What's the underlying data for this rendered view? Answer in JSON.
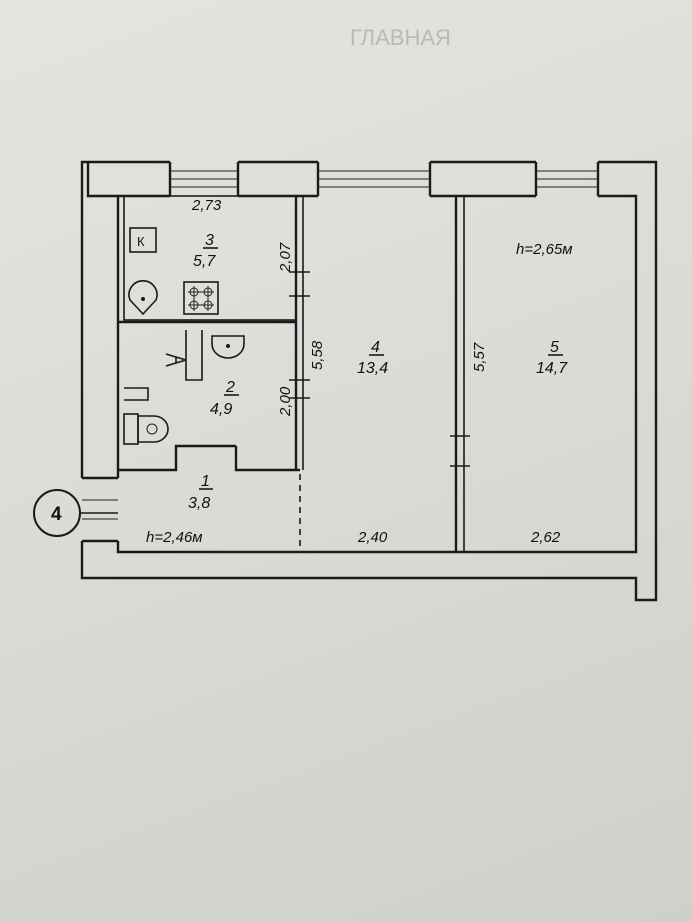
{
  "rooms": [
    {
      "number": "1",
      "area": "3,8"
    },
    {
      "number": "2",
      "area": "4,9"
    },
    {
      "number": "3",
      "area": "5,7"
    },
    {
      "number": "4",
      "area": "13,4"
    },
    {
      "number": "5",
      "area": "14,7"
    }
  ],
  "heights": {
    "hallway": "h=2,46м",
    "living": "h=2,65м"
  },
  "dimensions": {
    "kitchen_width": "2,73",
    "kitchen_depth": "2,07",
    "bathroom_depth": "2,00",
    "room4_depth": "5,58",
    "room5_depth": "5,57",
    "room4_width": "2,40",
    "room5_width": "2,62"
  },
  "markers": {
    "kitchen_symbol": "К",
    "axis_marker": "4"
  },
  "background_text": {
    "top": "ГЛАВНАЯ"
  }
}
